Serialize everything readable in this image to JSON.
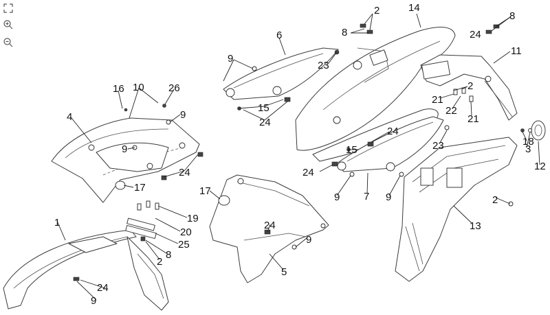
{
  "toolbar": {
    "icons": [
      "fit-screen-icon",
      "zoom-in-icon",
      "zoom-out-icon"
    ]
  },
  "callouts": [
    "1",
    "2",
    "3",
    "4",
    "5",
    "6",
    "7",
    "8",
    "9",
    "10",
    "11",
    "12",
    "13",
    "14",
    "15",
    "16",
    "17",
    "18",
    "19",
    "20",
    "21",
    "22",
    "23",
    "24",
    "25",
    "26"
  ],
  "labels": [
    {
      "id": "c2a",
      "text": "2"
    },
    {
      "id": "c14",
      "text": "14"
    },
    {
      "id": "c8a",
      "text": "8"
    },
    {
      "id": "c8b",
      "text": "8"
    },
    {
      "id": "c24a",
      "text": "24"
    },
    {
      "id": "c6",
      "text": "6"
    },
    {
      "id": "c11",
      "text": "11"
    },
    {
      "id": "c9a",
      "text": "9"
    },
    {
      "id": "c23a",
      "text": "23"
    },
    {
      "id": "c2b",
      "text": "2"
    },
    {
      "id": "c21a",
      "text": "21"
    },
    {
      "id": "c22",
      "text": "22"
    },
    {
      "id": "c21b",
      "text": "21"
    },
    {
      "id": "c16",
      "text": "16"
    },
    {
      "id": "c10",
      "text": "10"
    },
    {
      "id": "c26",
      "text": "26"
    },
    {
      "id": "c15a",
      "text": "15"
    },
    {
      "id": "c24b",
      "text": "24"
    },
    {
      "id": "c4",
      "text": "4"
    },
    {
      "id": "c9b",
      "text": "9"
    },
    {
      "id": "c9c",
      "text": "9"
    },
    {
      "id": "c24c",
      "text": "24"
    },
    {
      "id": "c17a",
      "text": "17"
    },
    {
      "id": "c24d",
      "text": "24"
    },
    {
      "id": "c15b",
      "text": "15"
    },
    {
      "id": "c23b",
      "text": "23"
    },
    {
      "id": "c18",
      "text": "18"
    },
    {
      "id": "c3",
      "text": "3"
    },
    {
      "id": "c12",
      "text": "12"
    },
    {
      "id": "c24e",
      "text": "24"
    },
    {
      "id": "c9d",
      "text": "9"
    },
    {
      "id": "c7",
      "text": "7"
    },
    {
      "id": "c9e",
      "text": "9"
    },
    {
      "id": "c2c",
      "text": "2"
    },
    {
      "id": "c17b",
      "text": "17"
    },
    {
      "id": "c13",
      "text": "13"
    },
    {
      "id": "c1",
      "text": "1"
    },
    {
      "id": "c19",
      "text": "19"
    },
    {
      "id": "c20",
      "text": "20"
    },
    {
      "id": "c25",
      "text": "25"
    },
    {
      "id": "c24f",
      "text": "24"
    },
    {
      "id": "c9f",
      "text": "9"
    },
    {
      "id": "c2d",
      "text": "2"
    },
    {
      "id": "c8c",
      "text": "8"
    },
    {
      "id": "c5",
      "text": "5"
    },
    {
      "id": "c24g",
      "text": "24"
    },
    {
      "id": "c9g",
      "text": "9"
    }
  ]
}
